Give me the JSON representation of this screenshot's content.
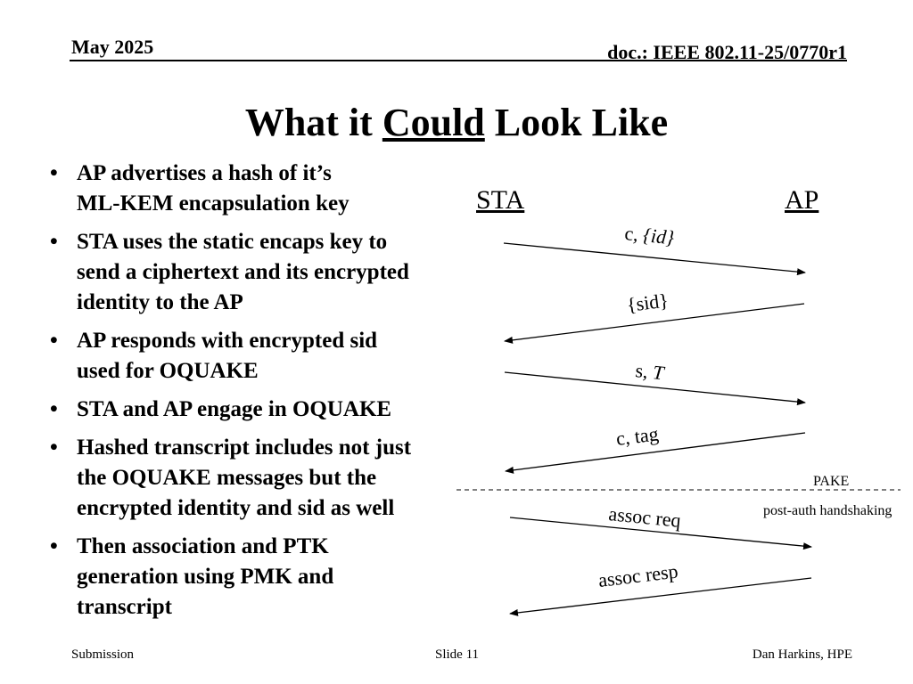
{
  "header": {
    "date": "May 2025",
    "doc": "doc.: IEEE 802.11-25/0770r1"
  },
  "title": {
    "before": "What it ",
    "underlined": "Could",
    "after": " Look Like"
  },
  "bullets": [
    {
      "lines": [
        "AP advertises a hash of it’s",
        "ML-KEM encapsulation key"
      ]
    },
    {
      "lines": [
        "STA uses the static encaps key to",
        "send a ciphertext and its encrypted",
        "identity to the AP"
      ]
    },
    {
      "lines": [
        "AP responds with encrypted sid",
        "used for OQUAKE"
      ]
    },
    {
      "lines": [
        "STA and AP engage in OQUAKE"
      ]
    },
    {
      "lines": [
        "Hashed transcript includes not just",
        "the OQUAKE messages but the",
        "encrypted identity and sid as well"
      ]
    },
    {
      "lines": [
        "Then association and PTK",
        "generation using PMK and",
        "transcript"
      ]
    }
  ],
  "diagram": {
    "sta_label": "STA",
    "ap_label": "AP",
    "messages": [
      {
        "label_plain": "c, ",
        "label_ital": "{id}",
        "direction": "to-ap"
      },
      {
        "label_plain": "{sid}",
        "label_ital": "",
        "direction": "to-sta"
      },
      {
        "label_plain": "s, ",
        "label_ital": "T",
        "direction": "to-ap"
      },
      {
        "label_plain": "c, tag",
        "label_ital": "",
        "direction": "to-sta"
      },
      {
        "label_plain": "assoc req",
        "label_ital": "",
        "direction": "to-ap"
      },
      {
        "label_plain": "assoc resp",
        "label_ital": "",
        "direction": "to-sta"
      }
    ],
    "phase_above": "PAKE",
    "phase_below": "post-auth handshaking"
  },
  "footer": {
    "left": "Submission",
    "center": "Slide 11",
    "right": "Dan Harkins, HPE"
  }
}
